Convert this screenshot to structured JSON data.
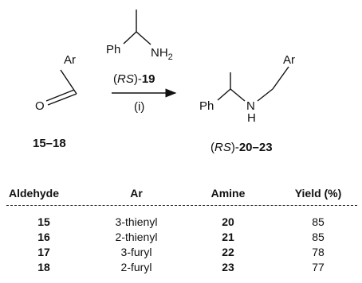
{
  "scheme": {
    "aldehyde_substituent": "Ar",
    "aldehyde_oxygen": "O",
    "aldehyde_label": "15–18",
    "reagent_ph": "Ph",
    "reagent_nh2": "NH",
    "reagent_nh2_subscript": "2",
    "reagent_label_prefix": "(",
    "reagent_label_stereo": "RS",
    "reagent_label_mid": ")-",
    "reagent_label_num": "19",
    "condition": "(i)",
    "product_ph": "Ph",
    "product_n": "N",
    "product_h": "H",
    "product_ar": "Ar",
    "product_label_prefix": "(",
    "product_label_stereo": "RS",
    "product_label_mid": ")-",
    "product_label_num": "20–23"
  },
  "table": {
    "headers": [
      "Aldehyde",
      "Ar",
      "Amine",
      "Yield (%)"
    ],
    "rows": [
      {
        "aldehyde": "15",
        "ar": "3-thienyl",
        "amine": "20",
        "yield": "85"
      },
      {
        "aldehyde": "16",
        "ar": "2-thienyl",
        "amine": "21",
        "yield": "85"
      },
      {
        "aldehyde": "17",
        "ar": "3-furyl",
        "amine": "22",
        "yield": "78"
      },
      {
        "aldehyde": "18",
        "ar": "2-furyl",
        "amine": "23",
        "yield": "77"
      }
    ]
  }
}
